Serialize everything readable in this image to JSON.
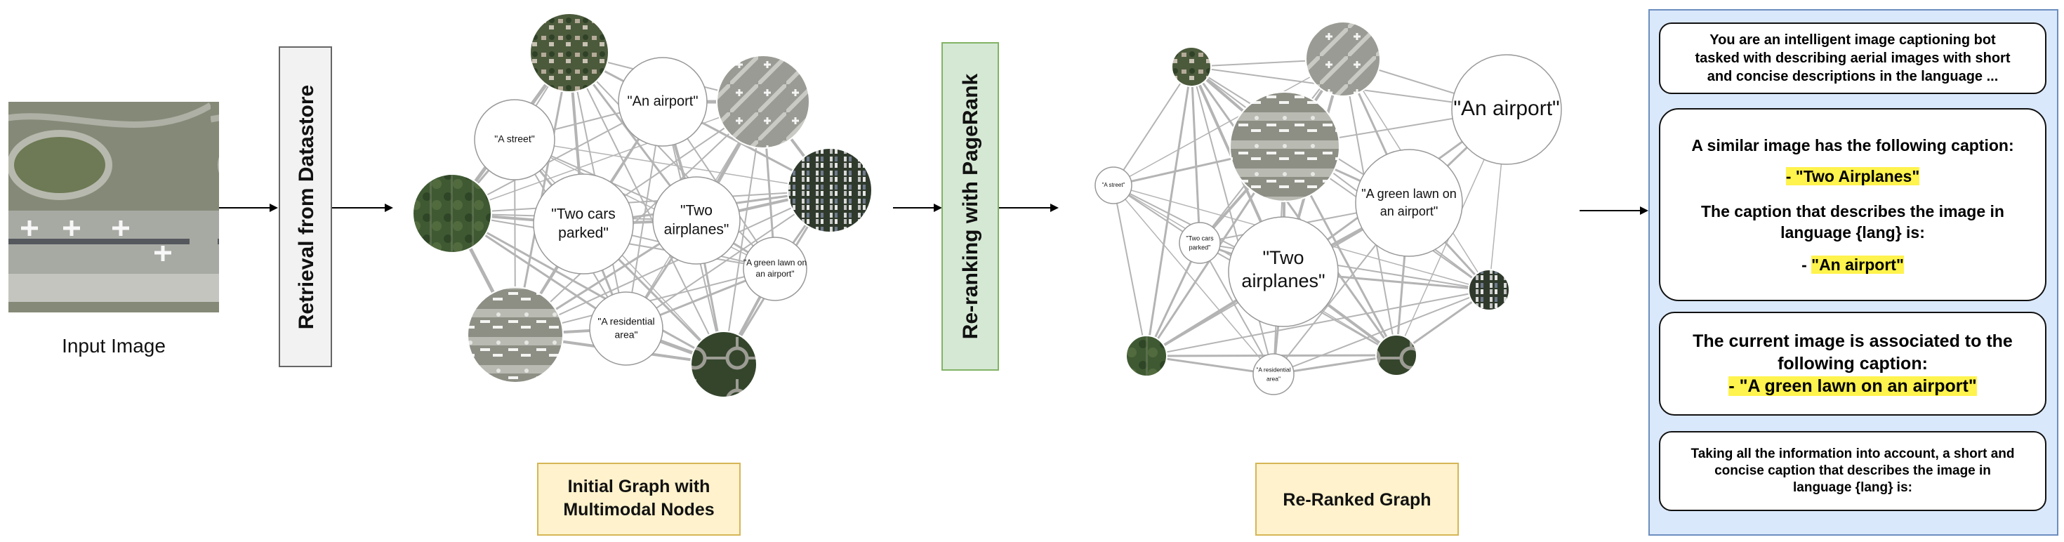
{
  "input": {
    "caption": "Input Image"
  },
  "steps": {
    "retrieval": "Retrieval from Datastore",
    "rerank": "Re-ranking with PageRank"
  },
  "graph_labels": {
    "initial_line1": "Initial Graph with",
    "initial_line2": "Multimodal Nodes",
    "reranked": "Re-Ranked Graph"
  },
  "initial_nodes": {
    "street": "\"A street\"",
    "airport": "\"An airport\"",
    "cars_1": "\"Two cars",
    "cars_2": "parked\"",
    "planes_1": "\"Two",
    "planes_2": "airplanes\"",
    "lawn_1": "\"A green lawn on",
    "lawn_2": "an airport\"",
    "residential_1": "\"A residential",
    "residential_2": "area\""
  },
  "reranked_nodes": {
    "street": "\"A street\"",
    "airport": "\"An airport\"",
    "cars_1": "\"Two cars",
    "cars_2": "parked\"",
    "planes_1": "\"Two",
    "planes_2": "airplanes\"",
    "lawn_1": "\"A green lawn on",
    "lawn_2": "an airport\"",
    "residential_1": "\"A residential",
    "residential_2": "area\""
  },
  "prompt": {
    "intro_1": "You are an intelligent image captioning bot",
    "intro_2": "tasked with describing aerial images with short",
    "intro_3": "and concise descriptions in the language ...",
    "similar_intro": "A similar image has the following caption:",
    "similar_caption": "- \"Two Airplanes\"",
    "describe_1": "The caption that describes the image in",
    "describe_2": "language {lang} is:",
    "answer_prefix": "- ",
    "answer": "\"An airport\"",
    "current_1": "The current image is associated to the",
    "current_2": "following caption:",
    "current_caption": "- \"A green lawn on an airport\"",
    "final_1": "Taking all the information into account, a short and",
    "final_2": "concise caption that describes the image in",
    "final_3": "language {lang} is:"
  },
  "colors": {
    "retrieval_box": "#f2f2f2",
    "rerank_box": "#d5e8d4",
    "rerank_border": "#82b366",
    "graph_label_box": "#fff2cc",
    "graph_label_border": "#d6b656",
    "prompt_panel": "#dae8fc",
    "prompt_panel_border": "#6c8ebf",
    "highlight": "#fff34d"
  },
  "icons": {
    "aerial": "aerial-photo-thumbnail",
    "arrow": "right-arrow"
  }
}
